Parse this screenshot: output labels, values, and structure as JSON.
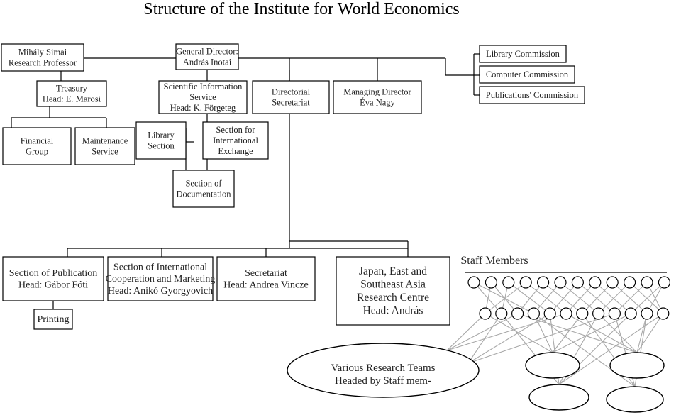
{
  "title": "Structure of the Institute for World Economics",
  "boxes": {
    "simai": [
      "Mihály Simai",
      "Research Professor"
    ],
    "director": [
      "General Director:",
      "András Inotai"
    ],
    "library_commission": [
      "Library Commission"
    ],
    "computer_commission": [
      "Computer Commission"
    ],
    "publications_commission": [
      "Publications' Commission"
    ],
    "treasury": [
      "Treasury",
      "Head: E. Marosi"
    ],
    "sci_info": [
      "Scientific Information",
      "Service",
      "Head: K. Förgeteg"
    ],
    "directorial": [
      "Directorial",
      "Secretariat"
    ],
    "managing": [
      "Managing Director",
      "Éva Nagy"
    ],
    "financial": [
      "Financial",
      "Group"
    ],
    "maintenance": [
      "Maintenance",
      "Service"
    ],
    "library_section": [
      "Library",
      "Section"
    ],
    "intl_exchange": [
      "Section for",
      "International",
      "Exchange"
    ],
    "documentation": [
      "Section of",
      "Documentation"
    ],
    "publication": [
      "Section of Publication",
      "Head: Gábor Fóti"
    ],
    "intl_coop": [
      "Section of International",
      "Cooperation and Marketing",
      "Head: Anikó Gyorgyovich"
    ],
    "secretariat": [
      "Secretariat",
      "Head: Andrea Vincze"
    ],
    "japan": [
      "Japan, East and",
      "Southeast Asia",
      "Research Centre",
      "Head: András"
    ],
    "printing": [
      "Printing"
    ]
  },
  "staff_label": "Staff Members",
  "teams_label": [
    "Various Research Teams",
    "Headed by Staff mem-"
  ]
}
